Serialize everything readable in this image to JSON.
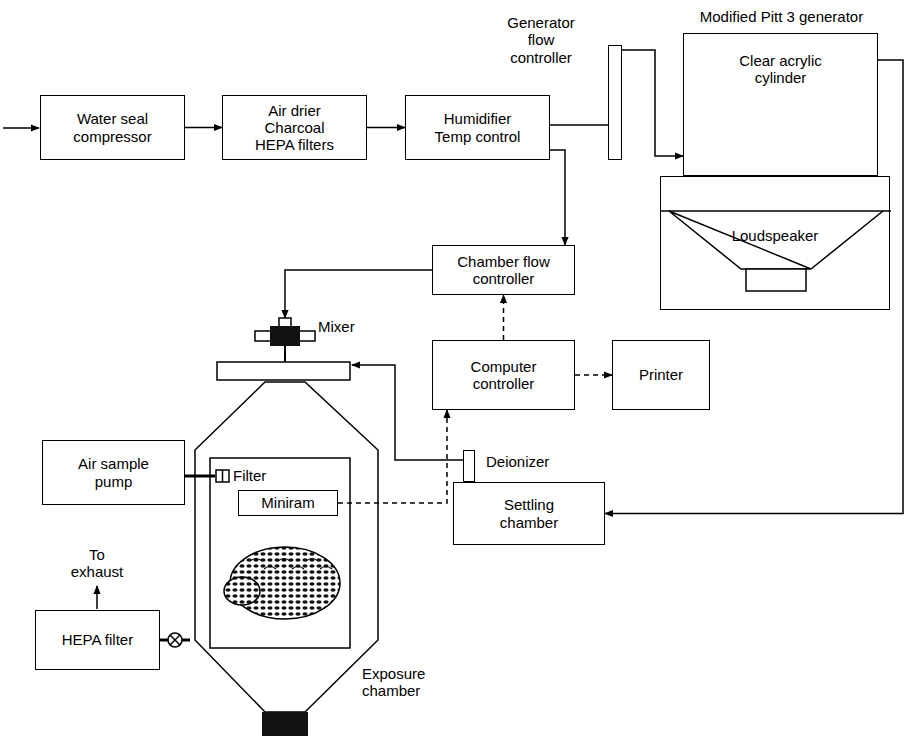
{
  "diagram": {
    "nodes": [
      {
        "text": [
          "Water seal compressor"
        ]
      },
      {
        "text": [
          "Air drier Charcoal HEPA filters"
        ]
      },
      {
        "text": [
          "Humidifier Temp control"
        ]
      },
      {
        "text": [
          "Generator flow controller"
        ]
      },
      {
        "text": [
          "Modified Pitt 3 generator",
          "Clear acrylic cylinder"
        ]
      },
      {
        "text": [
          "Loudspeaker"
        ]
      },
      {
        "text": [
          "Chamber flow controller"
        ]
      },
      {
        "text": [
          "Mixer"
        ]
      },
      {
        "text": [
          "Computer controller"
        ]
      },
      {
        "text": [
          "Printer"
        ]
      },
      {
        "text": [
          "Air sample pump"
        ]
      },
      {
        "text": [
          "Exposure chamber"
        ]
      },
      {
        "text": [
          "Filter"
        ],
        "in": 11
      },
      {
        "text": [
          "Miniram"
        ],
        "in": 11
      },
      {
        "text": [
          "Deionizer"
        ]
      },
      {
        "text": [
          "Settling chamber"
        ]
      },
      {
        "text": [
          "HEPA filter"
        ]
      }
    ],
    "edges": [
      {
        "from": 0,
        "to": 1,
        "arrow": "to"
      },
      {
        "from": 1,
        "to": 2,
        "arrow": "to"
      },
      {
        "from": 2,
        "to": 3,
        "arrow": "none"
      },
      {
        "from": 3,
        "to": 4,
        "arrow": "to"
      },
      {
        "from": 2,
        "to": 6,
        "arrow": "to"
      },
      {
        "from": 6,
        "to": 7,
        "arrow": "to"
      },
      {
        "from": 8,
        "to": 6,
        "arrow": "to"
      },
      {
        "from": 8,
        "to": 9,
        "arrow": "to"
      },
      {
        "from": 13,
        "to": 8,
        "arrow": "to"
      },
      {
        "from": 10,
        "to": 12,
        "arrow": "none"
      },
      {
        "from": 16,
        "to": 11,
        "arrow": "none"
      },
      {
        "from": 4,
        "to": 15,
        "arrow": "to"
      },
      {
        "from": 14,
        "to": 7,
        "arrow": "to"
      }
    ],
    "labels": [
      "To exhaust"
    ]
  }
}
